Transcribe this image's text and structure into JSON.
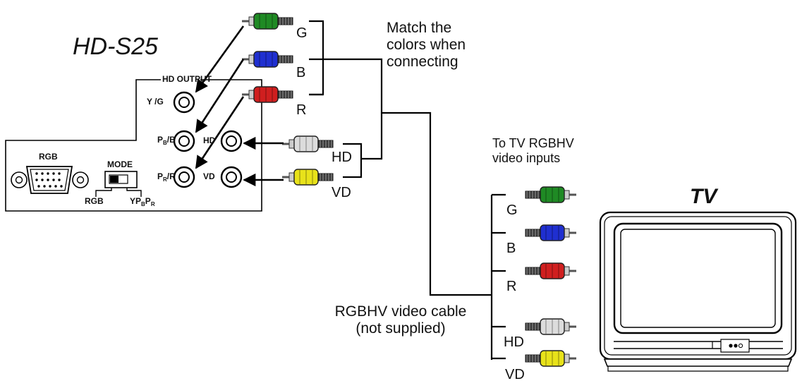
{
  "device": {
    "model": "HD-S25",
    "output_group_label": "HD OUTPUT",
    "jack_labels": {
      "y_g": "Y /G",
      "pb_b": {
        "main": "P",
        "sub": "B",
        "rest": "/B"
      },
      "pr_r": {
        "main": "P",
        "sub": "R",
        "rest": "/R"
      },
      "hd": "HD",
      "vd": "VD"
    },
    "rgb_connector_label": "RGB",
    "mode_switch_label": "MODE",
    "mode_option_rgb": "RGB",
    "mode_option_ypbpr": {
      "main1": "YP",
      "sub1": "B",
      "main2": "P",
      "sub2": "R"
    }
  },
  "source_plugs": [
    "G",
    "B",
    "R",
    "HD",
    "VD"
  ],
  "match_note": [
    "Match the",
    "colors when",
    "connecting"
  ],
  "tv_inputs_note": [
    "To TV RGBHV",
    "video inputs"
  ],
  "tv_plugs": [
    "G",
    "B",
    "R",
    "HD",
    "VD"
  ],
  "cable_note": [
    "RGBHV video cable",
    "(not supplied)"
  ],
  "tv": {
    "label": "TV"
  },
  "colors": {
    "green": "#1f8a24",
    "blue": "#1f2fd0",
    "red": "#d01f1f",
    "white": "#dcdcdc",
    "yellow": "#e8e21a",
    "line": "#000000"
  }
}
